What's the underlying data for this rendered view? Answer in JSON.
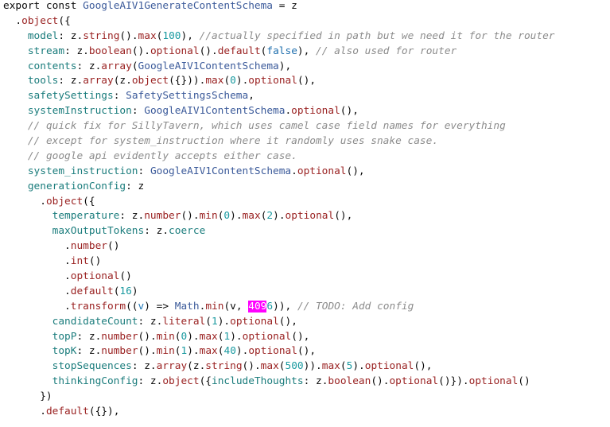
{
  "colors": {
    "highlight": "#ff00ff",
    "comment": "#8c8c8c",
    "method": "#9a2222",
    "property": "#1a7c7c",
    "number": "#1a9aa0",
    "class": "#3b5a9a"
  },
  "code": {
    "lines": [
      [
        {
          "t": "p",
          "s": "export const "
        },
        {
          "t": "c",
          "s": "GoogleAIV1GenerateContentSchema"
        },
        {
          "t": "p",
          "s": " = z"
        }
      ],
      [
        {
          "t": "p",
          "s": "  ."
        },
        {
          "t": "m",
          "s": "object"
        },
        {
          "t": "p",
          "s": "({"
        }
      ],
      [
        {
          "t": "p",
          "s": "    "
        },
        {
          "t": "k",
          "s": "model"
        },
        {
          "t": "p",
          "s": ": z."
        },
        {
          "t": "m",
          "s": "string"
        },
        {
          "t": "p",
          "s": "()."
        },
        {
          "t": "m",
          "s": "max"
        },
        {
          "t": "p",
          "s": "("
        },
        {
          "t": "n",
          "s": "100"
        },
        {
          "t": "p",
          "s": "), "
        },
        {
          "t": "cm",
          "s": "//actually specified in path but we need it for the router"
        }
      ],
      [
        {
          "t": "p",
          "s": "    "
        },
        {
          "t": "k",
          "s": "stream"
        },
        {
          "t": "p",
          "s": ": z."
        },
        {
          "t": "m",
          "s": "boolean"
        },
        {
          "t": "p",
          "s": "()."
        },
        {
          "t": "m",
          "s": "optional"
        },
        {
          "t": "p",
          "s": "()."
        },
        {
          "t": "m",
          "s": "default"
        },
        {
          "t": "p",
          "s": "("
        },
        {
          "t": "b",
          "s": "false"
        },
        {
          "t": "p",
          "s": "), "
        },
        {
          "t": "cm",
          "s": "// also used for router"
        }
      ],
      [
        {
          "t": "p",
          "s": "    "
        },
        {
          "t": "k",
          "s": "contents"
        },
        {
          "t": "p",
          "s": ": z."
        },
        {
          "t": "m",
          "s": "array"
        },
        {
          "t": "p",
          "s": "("
        },
        {
          "t": "c",
          "s": "GoogleAIV1ContentSchema"
        },
        {
          "t": "p",
          "s": "),"
        }
      ],
      [
        {
          "t": "p",
          "s": "    "
        },
        {
          "t": "k",
          "s": "tools"
        },
        {
          "t": "p",
          "s": ": z."
        },
        {
          "t": "m",
          "s": "array"
        },
        {
          "t": "p",
          "s": "(z."
        },
        {
          "t": "m",
          "s": "object"
        },
        {
          "t": "p",
          "s": "({}))."
        },
        {
          "t": "m",
          "s": "max"
        },
        {
          "t": "p",
          "s": "("
        },
        {
          "t": "n",
          "s": "0"
        },
        {
          "t": "p",
          "s": ")."
        },
        {
          "t": "m",
          "s": "optional"
        },
        {
          "t": "p",
          "s": "(),"
        }
      ],
      [
        {
          "t": "p",
          "s": "    "
        },
        {
          "t": "k",
          "s": "safetySettings"
        },
        {
          "t": "p",
          "s": ": "
        },
        {
          "t": "c",
          "s": "SafetySettingsSchema"
        },
        {
          "t": "p",
          "s": ","
        }
      ],
      [
        {
          "t": "p",
          "s": "    "
        },
        {
          "t": "k",
          "s": "systemInstruction"
        },
        {
          "t": "p",
          "s": ": "
        },
        {
          "t": "c",
          "s": "GoogleAIV1ContentSchema"
        },
        {
          "t": "p",
          "s": "."
        },
        {
          "t": "m",
          "s": "optional"
        },
        {
          "t": "p",
          "s": "(),"
        }
      ],
      [
        {
          "t": "p",
          "s": "    "
        },
        {
          "t": "cm",
          "s": "// quick fix for SillyTavern, which uses camel case field names for everything"
        }
      ],
      [
        {
          "t": "p",
          "s": "    "
        },
        {
          "t": "cm",
          "s": "// except for system_instruction where it randomly uses snake case."
        }
      ],
      [
        {
          "t": "p",
          "s": "    "
        },
        {
          "t": "cm",
          "s": "// google api evidently accepts either case."
        }
      ],
      [
        {
          "t": "p",
          "s": "    "
        },
        {
          "t": "k",
          "s": "system_instruction"
        },
        {
          "t": "p",
          "s": ": "
        },
        {
          "t": "c",
          "s": "GoogleAIV1ContentSchema"
        },
        {
          "t": "p",
          "s": "."
        },
        {
          "t": "m",
          "s": "optional"
        },
        {
          "t": "p",
          "s": "(),"
        }
      ],
      [
        {
          "t": "p",
          "s": "    "
        },
        {
          "t": "k",
          "s": "generationConfig"
        },
        {
          "t": "p",
          "s": ": z"
        }
      ],
      [
        {
          "t": "p",
          "s": "      ."
        },
        {
          "t": "m",
          "s": "object"
        },
        {
          "t": "p",
          "s": "({"
        }
      ],
      [
        {
          "t": "p",
          "s": "        "
        },
        {
          "t": "k",
          "s": "temperature"
        },
        {
          "t": "p",
          "s": ": z."
        },
        {
          "t": "m",
          "s": "number"
        },
        {
          "t": "p",
          "s": "()."
        },
        {
          "t": "m",
          "s": "min"
        },
        {
          "t": "p",
          "s": "("
        },
        {
          "t": "n",
          "s": "0"
        },
        {
          "t": "p",
          "s": ")."
        },
        {
          "t": "m",
          "s": "max"
        },
        {
          "t": "p",
          "s": "("
        },
        {
          "t": "n",
          "s": "2"
        },
        {
          "t": "p",
          "s": ")."
        },
        {
          "t": "m",
          "s": "optional"
        },
        {
          "t": "p",
          "s": "(),"
        }
      ],
      [
        {
          "t": "p",
          "s": "        "
        },
        {
          "t": "k",
          "s": "maxOutputTokens"
        },
        {
          "t": "p",
          "s": ": z."
        },
        {
          "t": "k",
          "s": "coerce"
        }
      ],
      [
        {
          "t": "p",
          "s": "          ."
        },
        {
          "t": "m",
          "s": "number"
        },
        {
          "t": "p",
          "s": "()"
        }
      ],
      [
        {
          "t": "p",
          "s": "          ."
        },
        {
          "t": "m",
          "s": "int"
        },
        {
          "t": "p",
          "s": "()"
        }
      ],
      [
        {
          "t": "p",
          "s": "          ."
        },
        {
          "t": "m",
          "s": "optional"
        },
        {
          "t": "p",
          "s": "()"
        }
      ],
      [
        {
          "t": "p",
          "s": "          ."
        },
        {
          "t": "m",
          "s": "default"
        },
        {
          "t": "p",
          "s": "("
        },
        {
          "t": "n",
          "s": "16"
        },
        {
          "t": "p",
          "s": ")"
        }
      ],
      [
        {
          "t": "p",
          "s": "          ."
        },
        {
          "t": "m",
          "s": "transform"
        },
        {
          "t": "p",
          "s": "(("
        },
        {
          "t": "v",
          "s": "v"
        },
        {
          "t": "p",
          "s": ") => "
        },
        {
          "t": "c",
          "s": "Math"
        },
        {
          "t": "p",
          "s": "."
        },
        {
          "t": "m",
          "s": "min"
        },
        {
          "t": "p",
          "s": "(v, "
        },
        {
          "t": "h",
          "s": "409"
        },
        {
          "t": "hn",
          "s": "6"
        },
        {
          "t": "p",
          "s": ")), "
        },
        {
          "t": "cm",
          "s": "// TODO: Add config"
        }
      ],
      [
        {
          "t": "p",
          "s": "        "
        },
        {
          "t": "k",
          "s": "candidateCount"
        },
        {
          "t": "p",
          "s": ": z."
        },
        {
          "t": "m",
          "s": "literal"
        },
        {
          "t": "p",
          "s": "("
        },
        {
          "t": "n",
          "s": "1"
        },
        {
          "t": "p",
          "s": ")."
        },
        {
          "t": "m",
          "s": "optional"
        },
        {
          "t": "p",
          "s": "(),"
        }
      ],
      [
        {
          "t": "p",
          "s": "        "
        },
        {
          "t": "k",
          "s": "topP"
        },
        {
          "t": "p",
          "s": ": z."
        },
        {
          "t": "m",
          "s": "number"
        },
        {
          "t": "p",
          "s": "()."
        },
        {
          "t": "m",
          "s": "min"
        },
        {
          "t": "p",
          "s": "("
        },
        {
          "t": "n",
          "s": "0"
        },
        {
          "t": "p",
          "s": ")."
        },
        {
          "t": "m",
          "s": "max"
        },
        {
          "t": "p",
          "s": "("
        },
        {
          "t": "n",
          "s": "1"
        },
        {
          "t": "p",
          "s": ")."
        },
        {
          "t": "m",
          "s": "optional"
        },
        {
          "t": "p",
          "s": "(),"
        }
      ],
      [
        {
          "t": "p",
          "s": "        "
        },
        {
          "t": "k",
          "s": "topK"
        },
        {
          "t": "p",
          "s": ": z."
        },
        {
          "t": "m",
          "s": "number"
        },
        {
          "t": "p",
          "s": "()."
        },
        {
          "t": "m",
          "s": "min"
        },
        {
          "t": "p",
          "s": "("
        },
        {
          "t": "n",
          "s": "1"
        },
        {
          "t": "p",
          "s": ")."
        },
        {
          "t": "m",
          "s": "max"
        },
        {
          "t": "p",
          "s": "("
        },
        {
          "t": "n",
          "s": "40"
        },
        {
          "t": "p",
          "s": ")."
        },
        {
          "t": "m",
          "s": "optional"
        },
        {
          "t": "p",
          "s": "(),"
        }
      ],
      [
        {
          "t": "p",
          "s": "        "
        },
        {
          "t": "k",
          "s": "stopSequences"
        },
        {
          "t": "p",
          "s": ": z."
        },
        {
          "t": "m",
          "s": "array"
        },
        {
          "t": "p",
          "s": "(z."
        },
        {
          "t": "m",
          "s": "string"
        },
        {
          "t": "p",
          "s": "()."
        },
        {
          "t": "m",
          "s": "max"
        },
        {
          "t": "p",
          "s": "("
        },
        {
          "t": "n",
          "s": "500"
        },
        {
          "t": "p",
          "s": "))."
        },
        {
          "t": "m",
          "s": "max"
        },
        {
          "t": "p",
          "s": "("
        },
        {
          "t": "n",
          "s": "5"
        },
        {
          "t": "p",
          "s": ")."
        },
        {
          "t": "m",
          "s": "optional"
        },
        {
          "t": "p",
          "s": "(),"
        }
      ],
      [
        {
          "t": "p",
          "s": "        "
        },
        {
          "t": "k",
          "s": "thinkingConfig"
        },
        {
          "t": "p",
          "s": ": z."
        },
        {
          "t": "m",
          "s": "object"
        },
        {
          "t": "p",
          "s": "({"
        },
        {
          "t": "k",
          "s": "includeThoughts"
        },
        {
          "t": "p",
          "s": ": z."
        },
        {
          "t": "m",
          "s": "boolean"
        },
        {
          "t": "p",
          "s": "()."
        },
        {
          "t": "m",
          "s": "optional"
        },
        {
          "t": "p",
          "s": "()})."
        },
        {
          "t": "m",
          "s": "optional"
        },
        {
          "t": "p",
          "s": "()"
        }
      ],
      [
        {
          "t": "p",
          "s": "      })"
        }
      ],
      [
        {
          "t": "p",
          "s": "      ."
        },
        {
          "t": "m",
          "s": "default"
        },
        {
          "t": "p",
          "s": "({}),"
        }
      ]
    ]
  }
}
